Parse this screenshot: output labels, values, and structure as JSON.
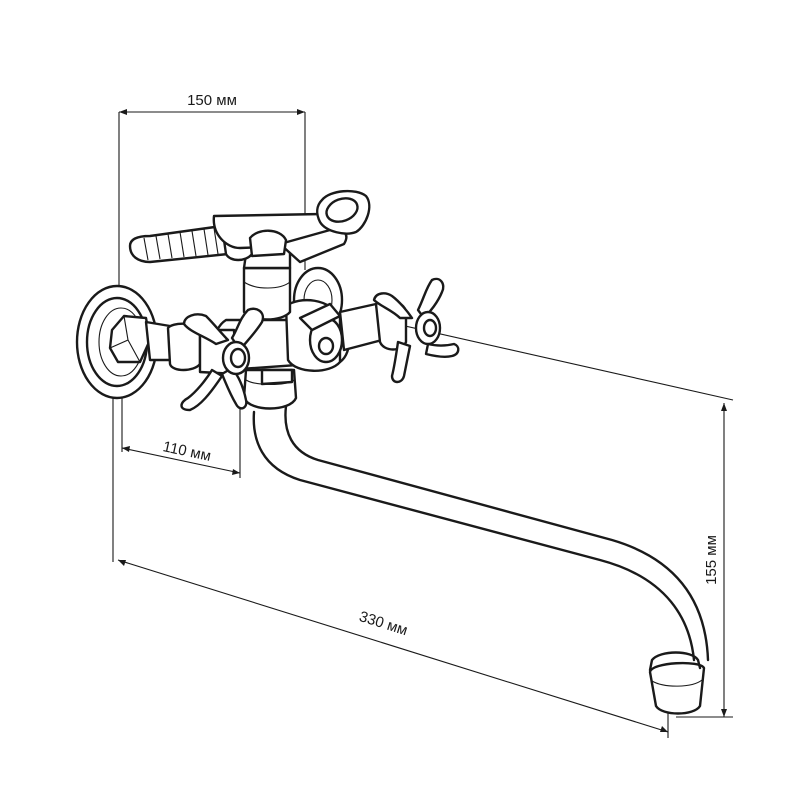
{
  "dimensions": {
    "top_width": "150 мм",
    "handle_spacing": "110 мм",
    "spout_length": "330 мм",
    "spout_height": "155 мм"
  }
}
